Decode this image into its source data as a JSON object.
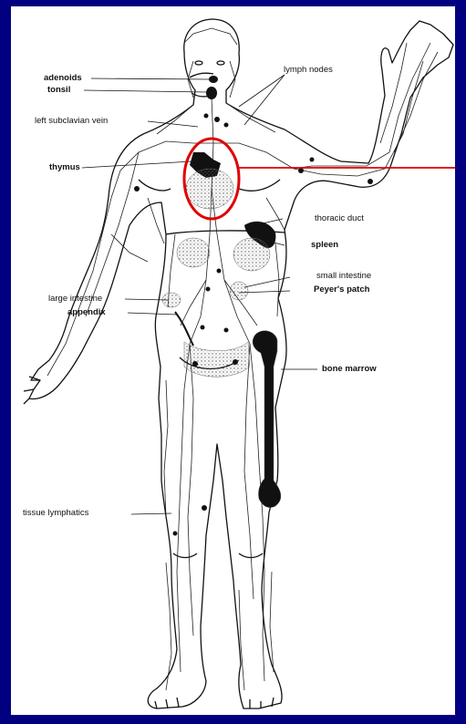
{
  "labels": {
    "adenoids": "adenoids",
    "tonsil": "tonsil",
    "left_subclavian_vein": "left subclavian vein",
    "thymus": "thymus",
    "lymph_nodes": "lymph nodes",
    "thoracic_duct": "thoracic duct",
    "spleen": "spleen",
    "small_intestine": "small intestine",
    "peyers_patch": "Peyer's patch",
    "large_intestine": "large intestine",
    "appendix": "appendix",
    "bone_marrow": "bone marrow",
    "tissue_lymphatics": "tissue lymphatics"
  },
  "colors": {
    "frame": "#000080",
    "panel": "#ffffff",
    "ink": "#111111",
    "highlight": "#e00000"
  }
}
